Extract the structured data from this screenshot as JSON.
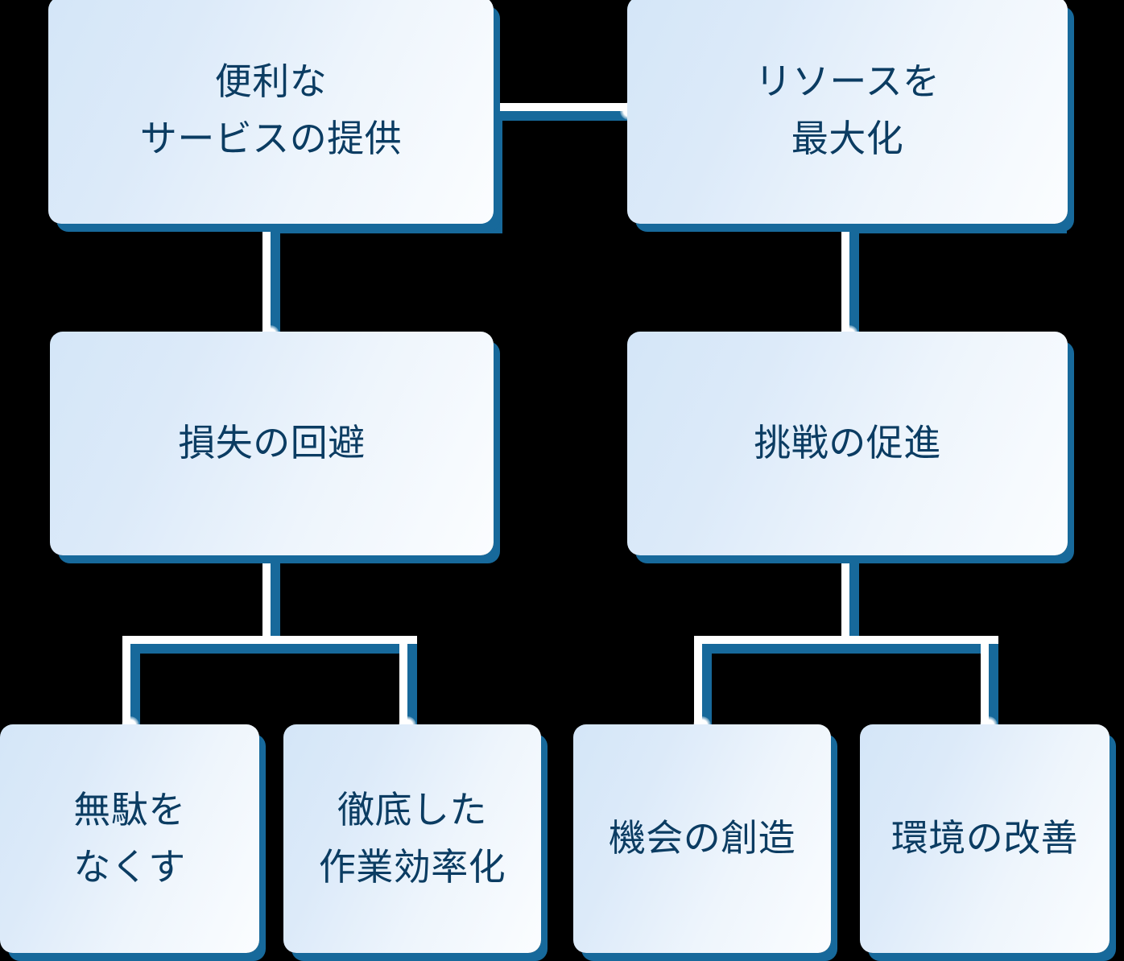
{
  "diagram": {
    "type": "tree",
    "background_color": "#000000",
    "node_fill_start": "#d4e6f8",
    "node_fill_end": "#fbfdff",
    "node_text_color": "#0b3c62",
    "connector_color": "#17699b",
    "connector_highlight_color": "#ffffff",
    "levels": [
      {
        "level": 1,
        "nodes": [
          {
            "id": "n1",
            "label": "便利な\nサービスの提供"
          },
          {
            "id": "n2",
            "label": "リソースを\n最大化"
          }
        ]
      },
      {
        "level": 2,
        "nodes": [
          {
            "id": "n3",
            "label": "損失の回避"
          },
          {
            "id": "n4",
            "label": "挑戦の促進"
          }
        ]
      },
      {
        "level": 3,
        "nodes": [
          {
            "id": "n5",
            "label": "無駄を\nなくす"
          },
          {
            "id": "n6",
            "label": "徹底した\n作業効率化"
          },
          {
            "id": "n7",
            "label": "機会の創造"
          },
          {
            "id": "n8",
            "label": "環境の改善"
          }
        ]
      }
    ],
    "edges": [
      {
        "from": "n1",
        "to": "n2",
        "style": "horizontal-elbow"
      },
      {
        "from": "n1",
        "to": "n3",
        "style": "vertical"
      },
      {
        "from": "n2",
        "to": "n4",
        "style": "vertical"
      },
      {
        "from": "n3",
        "to": "n5",
        "style": "split"
      },
      {
        "from": "n3",
        "to": "n6",
        "style": "split"
      },
      {
        "from": "n4",
        "to": "n7",
        "style": "split"
      },
      {
        "from": "n4",
        "to": "n8",
        "style": "split"
      }
    ]
  }
}
